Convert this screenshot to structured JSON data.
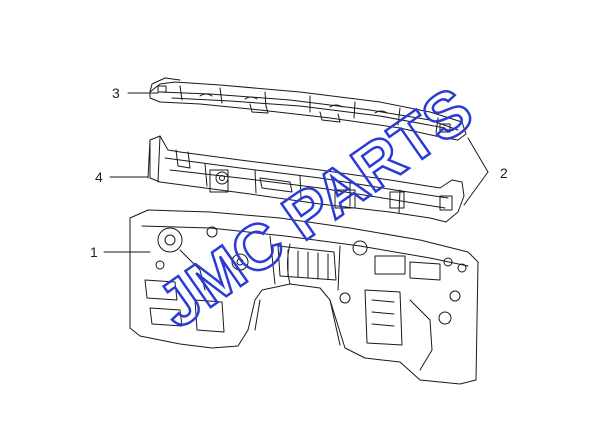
{
  "callouts": {
    "c1": "1",
    "c2": "2",
    "c3": "3",
    "c4": "4"
  },
  "watermark": {
    "text": "JMC PARTS",
    "color": "#2a3bd6"
  },
  "colors": {
    "line": "#1a1a1a",
    "background": "#ffffff"
  }
}
